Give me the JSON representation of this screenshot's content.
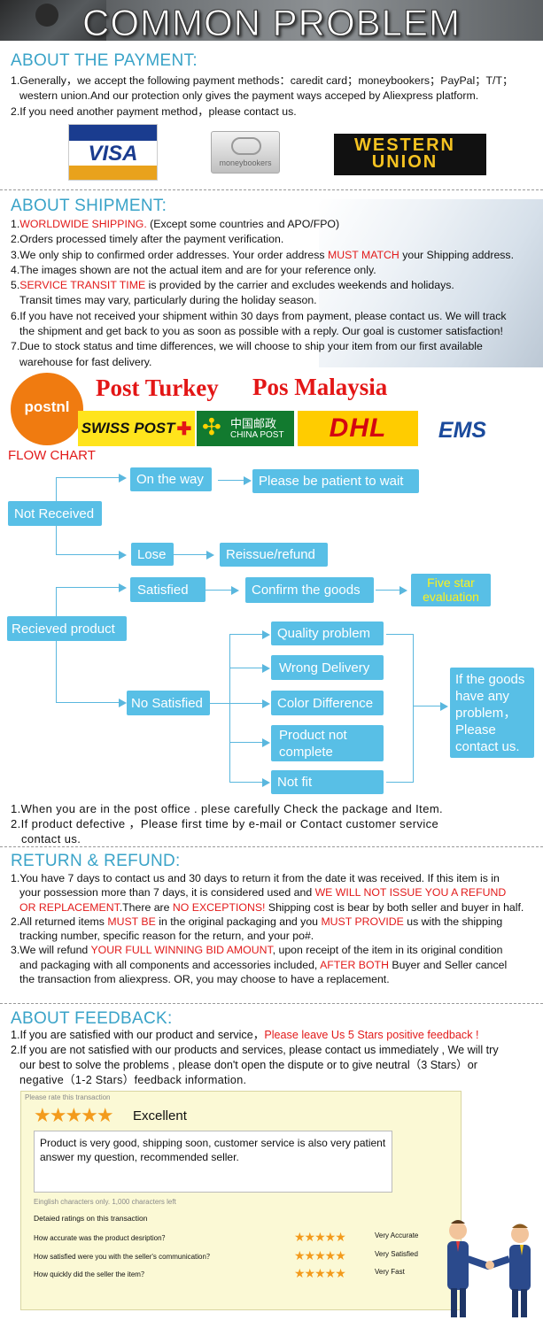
{
  "banner": {
    "title": "COMMON PROBLEM"
  },
  "payment": {
    "title": "ABOUT THE PAYMENT:",
    "lines": [
      "1.Generally，we accept the following payment methods：caredit card；moneybookers；PayPal；T/T；",
      "western union.And our protection only gives the payment ways acceped by Aliexpress platform.",
      "2.If you need another payment method，please contact us."
    ],
    "logos": {
      "visa": "VISA",
      "moneybookers": "moneybookers",
      "western_union_1": "WESTERN",
      "western_union_2": "UNION"
    }
  },
  "shipment": {
    "title": "ABOUT SHIPMENT:",
    "l1_num": "1.",
    "l1_red": "WORLDWIDE SHIPPING.",
    "l1_rest": " (Except some countries and APO/FPO)",
    "l2": "2.Orders processed timely after the payment verification.",
    "l3_a": "3.We only ship to confirmed order addresses. Your order address ",
    "l3_red": "MUST MATCH",
    "l3_b": " your Shipping address.",
    "l4": "4.The images shown are not the actual item and are for your reference only.",
    "l5_num": "5.",
    "l5_red": "SERVICE TRANSIT TIME",
    "l5_rest": " is provided by the carrier and excludes weekends and holidays.",
    "l5_b": "Transit times may vary, particularly during the holiday season.",
    "l6": "6.If you have not received your shipment within 30 days from payment, please contact us. We will track",
    "l6_b": "the shipment and get back to you as soon as possible with a reply. Our goal is customer satisfaction!",
    "l7": "7.Due to stock status and time differences, we will choose to ship your item from our first available",
    "l7_b": "warehouse for fast delivery."
  },
  "carriers": {
    "postnl": "postnl",
    "post_turkey": "Post Turkey",
    "pos_malaysia": "Pos Malaysia",
    "swiss_post": "SWISS POST",
    "china_post_cn": "中国邮政",
    "china_post_en": "CHINA POST",
    "dhl": "DHL",
    "ems": "EMS"
  },
  "flow": {
    "title": "FLOW CHART",
    "not_received": "Not Received",
    "on_the_way": "On the way",
    "be_patient": "Please be patient to wait",
    "lose": "Lose",
    "reissue": "Reissue/refund",
    "received": "Recieved product",
    "satisfied": "Satisfied",
    "confirm": "Confirm the goods",
    "five_star_1": "Five star",
    "five_star_2": "evaluation",
    "no_satisfied": "No Satisfied",
    "quality": "Quality  problem",
    "wrong": "Wrong Delivery",
    "color": "Color Difference",
    "incomplete_1": "Product not",
    "incomplete_2": "complete",
    "not_fit": "Not fit",
    "if_goods_1": "If the goods",
    "if_goods_2": "have any",
    "if_goods_3": "problem，",
    "if_goods_4": "Please",
    "if_goods_5": "contact us."
  },
  "notes": {
    "n1": "1.When you are in the post office . plese carefully Check the package and Item.",
    "n2": "2.If product defective ，Please first time by e-mail  or Contact customer service",
    "n2_b": "contact us."
  },
  "returns": {
    "title": "RETURN & REFUND:",
    "r1_a": "1.You have 7 days to contact us and 30 days to return it from the date it was received. If this item is in",
    "r1_b": "your possession more than 7 days, it is considered used and ",
    "r1_red": "WE WILL NOT ISSUE YOU A REFUND",
    "r1_red2": "OR REPLACEMENT",
    "r1_c": ".There are ",
    "r1_red3": "NO EXCEPTIONS!",
    "r1_d": " Shipping cost is bear by both seller and buyer in half.",
    "r2_a": "2.All returned items ",
    "r2_red": "MUST BE",
    "r2_b": " in the original packaging and you ",
    "r2_red2": "MUST PROVIDE",
    "r2_c": " us with the shipping",
    "r2_d": "tracking number, specific reason for the return, and your po#.",
    "r3_a": "3.We will refund ",
    "r3_red": "YOUR FULL WINNING BID AMOUNT",
    "r3_b": ", upon receipt of the item in its original condition",
    "r3_c": "and packaging with all components and accessories included, ",
    "r3_red2": "AFTER BOTH",
    "r3_d": " Buyer and Seller cancel",
    "r3_e": "the transaction from aliexpress. OR, you may choose to have a replacement."
  },
  "feedback": {
    "title": "ABOUT FEEDBACK:",
    "f1_a": "1.If you are satisfied with our product and service，",
    "f1_red": "Please leave Us 5 Stars positive feedback !",
    "f2_a": "2.If you are not satisfied with our products and services, please contact us immediately , We will try",
    "f2_b": "our best to solve the problems , please don't open the dispute or to give neutral（3 Stars）or",
    "f2_c": "negative（1-2 Stars）feedback information.",
    "rate_label": "Please rate this transaction",
    "excellent": "Excellent",
    "comment": "Product is very good, shipping soon, customer service is also very patient answer my question, recommended seller.",
    "limit": "Einglish characters only. 1,000 characters left",
    "detailed": "Detaied ratings on this transaction",
    "q1": "How accurate was the product desription？",
    "a1": "Very Accurate",
    "q2": "How satisfied were you with the seller's communication？",
    "a2": "Very Satisfied",
    "q3": "How quickly did the seller the item？",
    "a3": "Very Fast",
    "stars": "★★★★★"
  },
  "colors": {
    "accent": "#3aa3c8",
    "flow": "#58bfe6",
    "red": "#e21b1b"
  }
}
